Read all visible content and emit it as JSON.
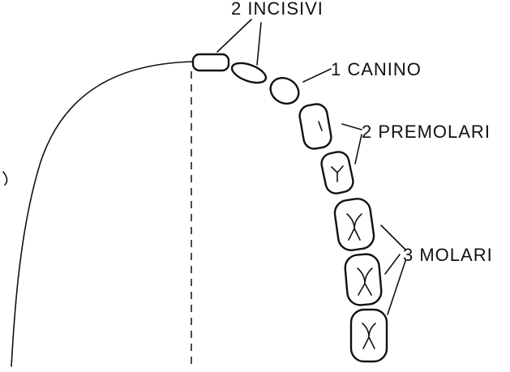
{
  "labels": {
    "incisivi": "2 INCISIVI",
    "canino": "1 CANINO",
    "premolari": "2 PREMOLARI",
    "molari": "3 MOLARI"
  },
  "teeth": {
    "incisors": 2,
    "canines": 1,
    "premolars": 2,
    "molars": 3
  }
}
